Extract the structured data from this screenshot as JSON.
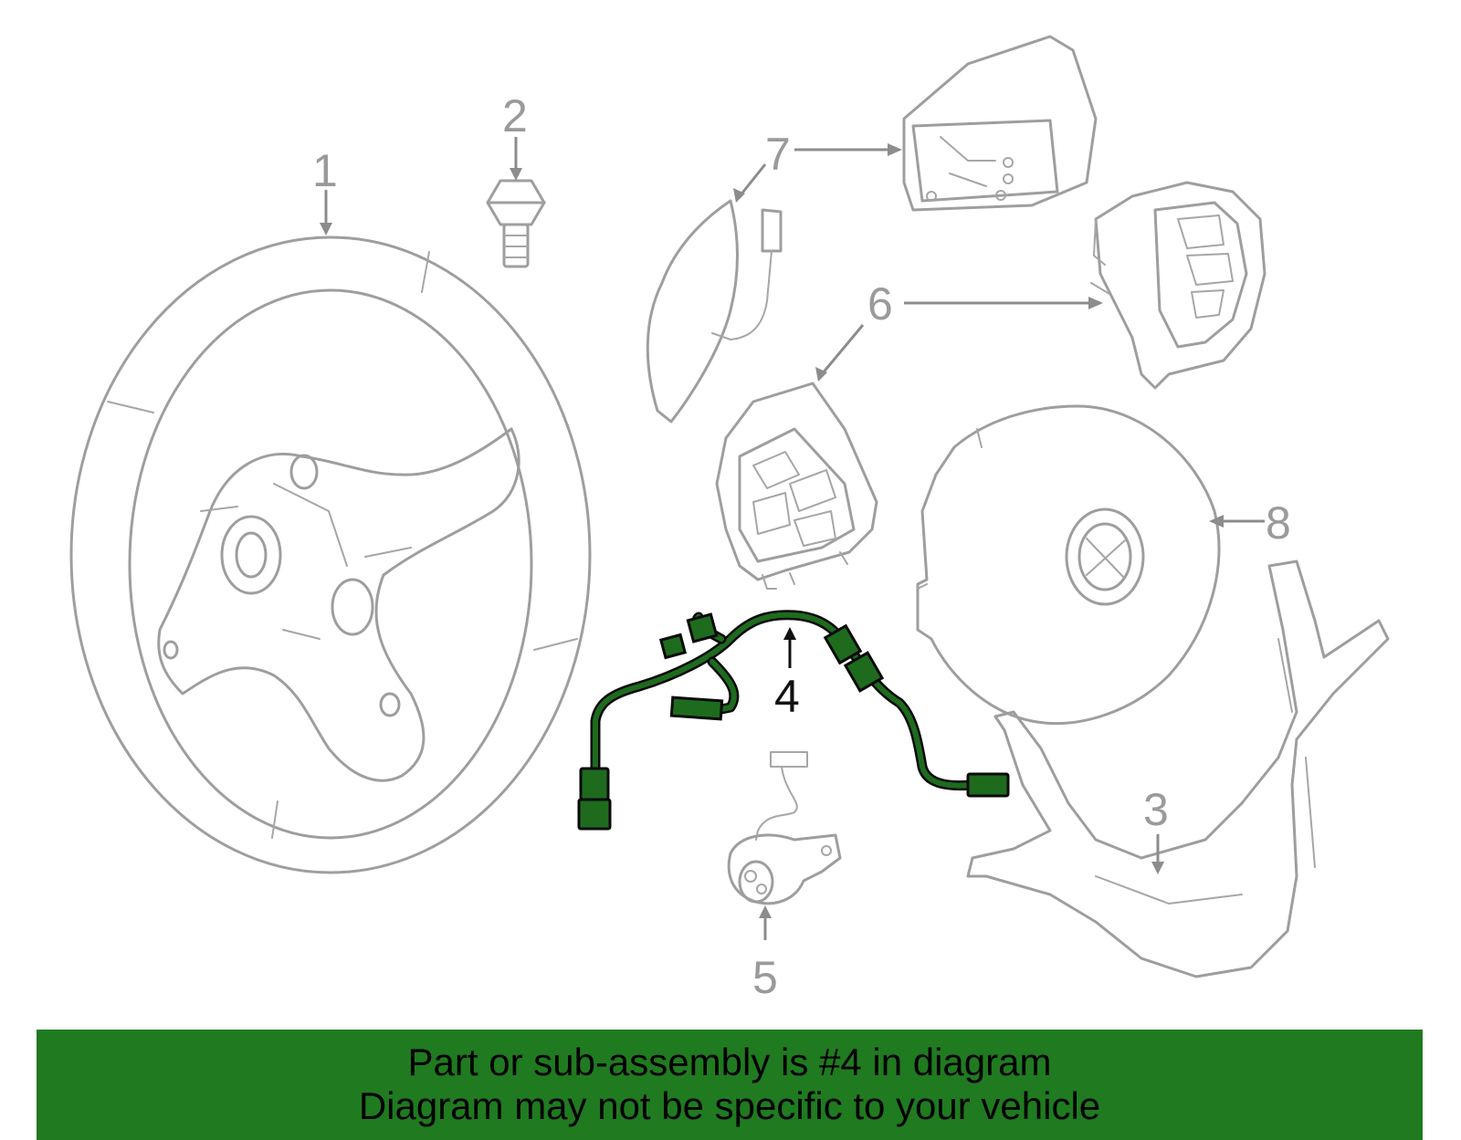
{
  "callouts": [
    "1",
    "2",
    "3",
    "4",
    "5",
    "6",
    "7",
    "8"
  ],
  "highlighted_part": "4",
  "colors": {
    "banner": "#207a20",
    "harness": "#1e6b1e",
    "part_lines": "#9e9e9e",
    "callout_text": "#9a9a9a",
    "highlight_text": "#111111"
  },
  "banner": {
    "line1": "Part or sub-assembly is #4 in diagram",
    "line2": "Diagram may not be specific to your vehicle"
  }
}
